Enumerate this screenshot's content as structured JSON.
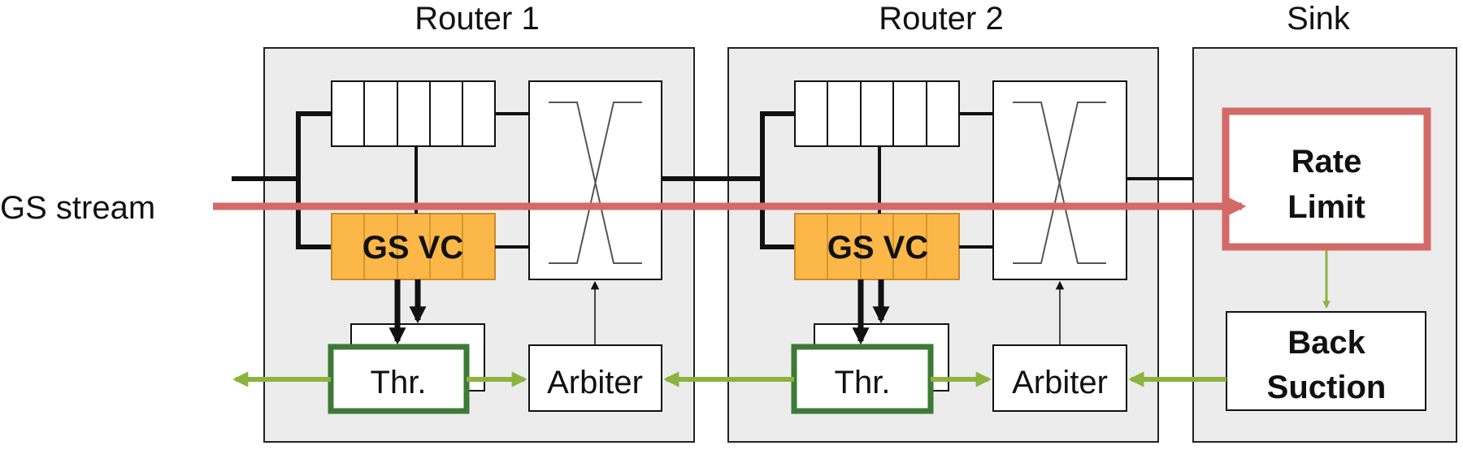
{
  "routers": [
    {
      "title": "Router 1",
      "vc_label": "GS VC",
      "thr_label": "Thr.",
      "arbiter_label": "Arbiter"
    },
    {
      "title": "Router 2",
      "vc_label": "GS VC",
      "thr_label": "Thr.",
      "arbiter_label": "Arbiter"
    }
  ],
  "sink": {
    "title": "Sink",
    "rate_limit": [
      "Rate",
      "Limit"
    ],
    "back_suction": [
      "Back",
      "Suction"
    ]
  },
  "stream_label": "GS stream",
  "colors": {
    "panel_fill": "#ececec",
    "vc_fill": "#fbb748",
    "stream_arrow": "#d46a66",
    "feedback": "#8bb33e",
    "thr_border": "#3c7a35",
    "rate_border": "#d46a66"
  }
}
